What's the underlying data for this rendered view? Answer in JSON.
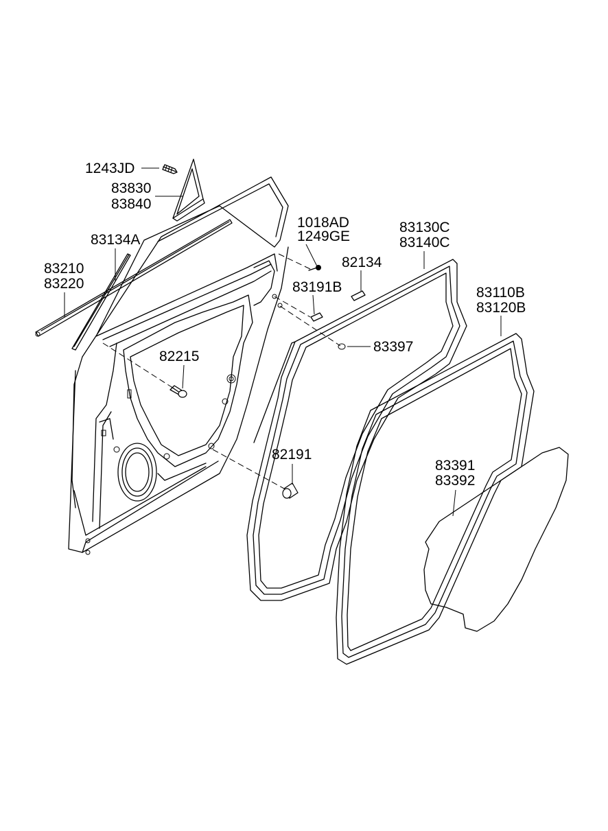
{
  "labels": {
    "p1243JD": "1243JD",
    "p83830": "83830",
    "p83840": "83840",
    "p1018AD": "1018AD",
    "p1249GE": "1249GE",
    "p83130C": "83130C",
    "p83140C": "83140C",
    "p83134A": "83134A",
    "p82134": "82134",
    "p83210": "83210",
    "p83220": "83220",
    "p83191B": "83191B",
    "p83110B": "83110B",
    "p83120B": "83120B",
    "p83397": "83397",
    "p82215": "82215",
    "p82191": "82191",
    "p83391": "83391",
    "p83392": "83392"
  }
}
